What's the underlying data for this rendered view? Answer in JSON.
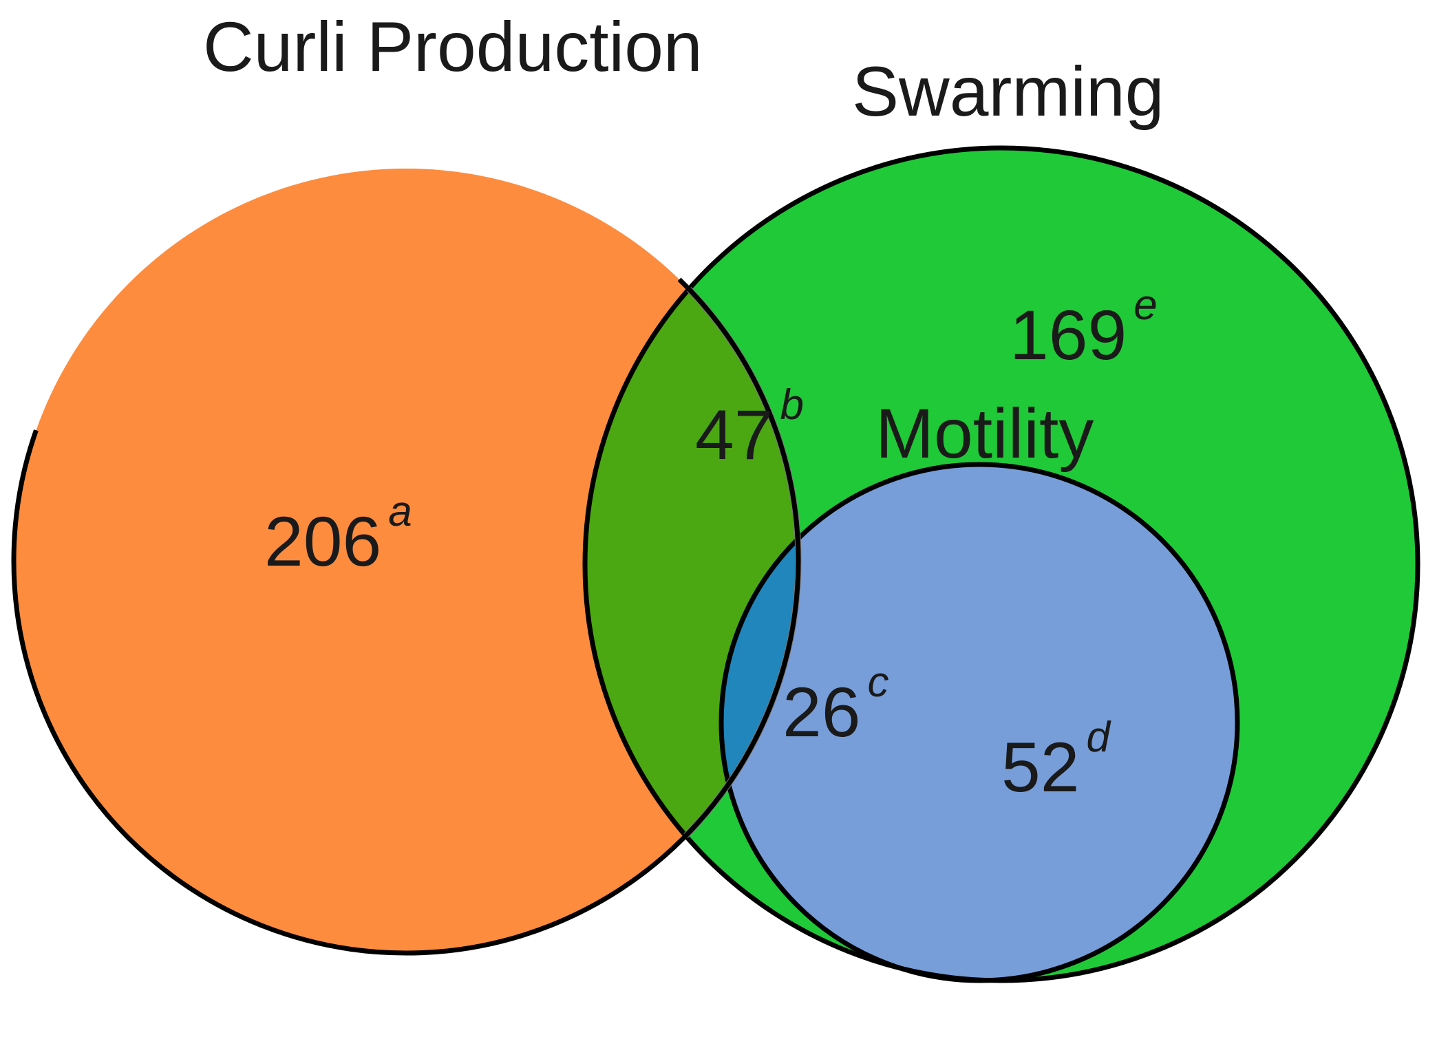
{
  "sets": [
    {
      "id": "curli",
      "label": "Curli Production",
      "color": "#fd8c3f"
    },
    {
      "id": "swarming",
      "label": "Swarming",
      "color": "#20c937"
    },
    {
      "id": "motility",
      "label": "Motility",
      "color": "#779ed9"
    }
  ],
  "overlap_colors": {
    "curli_swarming": "#4ba712",
    "curli_swarming_motility": "#2086bb"
  },
  "outline_color": "#000000",
  "regions": [
    {
      "id": "a",
      "sets": [
        "curli"
      ],
      "value": "206",
      "superscript": "a"
    },
    {
      "id": "b",
      "sets": [
        "curli",
        "swarming"
      ],
      "value": "47",
      "superscript": "b"
    },
    {
      "id": "c",
      "sets": [
        "curli",
        "swarming",
        "motility"
      ],
      "value": "26",
      "superscript": "c"
    },
    {
      "id": "d",
      "sets": [
        "swarming",
        "motility"
      ],
      "value": "52",
      "superscript": "d"
    },
    {
      "id": "e",
      "sets": [
        "swarming"
      ],
      "value": "169",
      "superscript": "e"
    }
  ]
}
